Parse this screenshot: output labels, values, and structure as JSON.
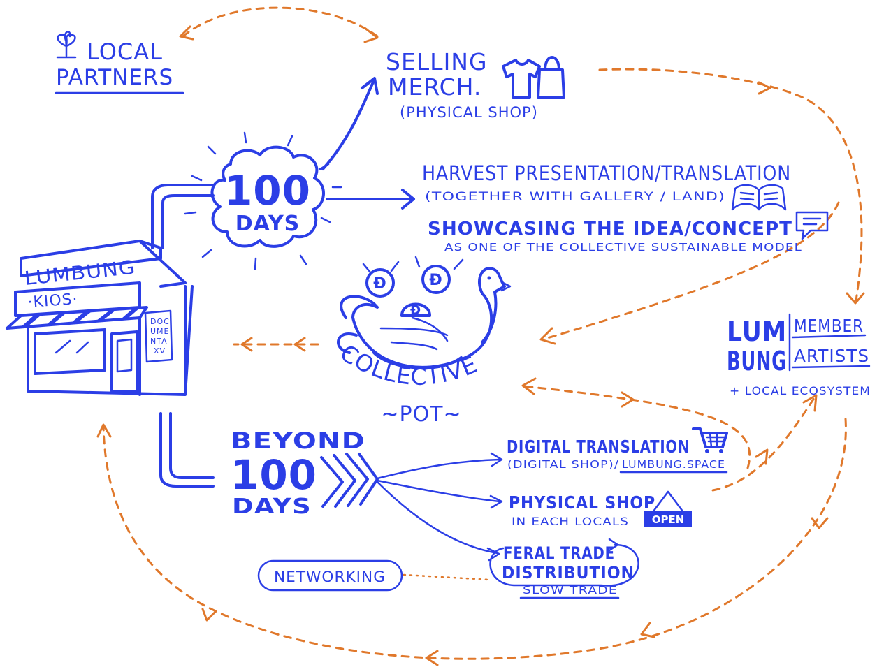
{
  "colors": {
    "ink": "#2b3ee6",
    "flow": "#e0782b",
    "background": "#ffffff"
  },
  "local_partners": {
    "line1": "LOCAL",
    "line2": "PARTNERS",
    "icon": "sprout-icon"
  },
  "kiosk": {
    "sign": "LUMBUNG",
    "awning_sign": "·KIOS·",
    "poster": [
      "DOC",
      "UME",
      "NTA",
      "XV"
    ]
  },
  "hundred_days": {
    "number": "100",
    "label": "DAYS"
  },
  "selling_merch": {
    "line1": "SELLING",
    "line2": "MERCH.",
    "sub": "(PHYSICAL SHOP)",
    "icons": [
      "tshirt-icon",
      "shopping-bag-icon"
    ]
  },
  "harvest": {
    "title": "HARVEST PRESENTATION/TRANSLATION",
    "sub": "(TOGETHER WITH GALLERY / LAND)",
    "icon": "open-book-icon"
  },
  "showcasing": {
    "title": "SHOWCASING THE IDEA/CONCEPT",
    "sub": "AS ONE OF THE COLLECTIVE SUSTAINABLE MODEL",
    "icon": "speech-bubble-icon"
  },
  "collective_pot": {
    "line1": "COLLECTIVE",
    "line2": "~POT~",
    "coin_symbol": "Đ",
    "icon": "hen-icon"
  },
  "lumbung_members": {
    "word1": "LUM",
    "word2": "BUNG",
    "label1": "MEMBER",
    "label2": "ARTISTS",
    "sub": "+ LOCAL ECOSYSTEM"
  },
  "beyond": {
    "line1": "BEYOND",
    "number": "100",
    "line3": "DAYS"
  },
  "digital": {
    "title": "DIGITAL TRANSLATION",
    "sub_prefix": "(DIGITAL SHOP)/",
    "sub_link": "LUMBUNG.SPACE",
    "icon": "shopping-cart-icon"
  },
  "physical_shop": {
    "title": "PHYSICAL SHOP",
    "sub": "IN EACH LOCALS",
    "sign": "OPEN"
  },
  "feral": {
    "line1": "FERAL TRADE",
    "line2": "DISTRIBUTION",
    "sub": "SLOW TRADE"
  },
  "networking": {
    "label": "NETWORKING"
  }
}
